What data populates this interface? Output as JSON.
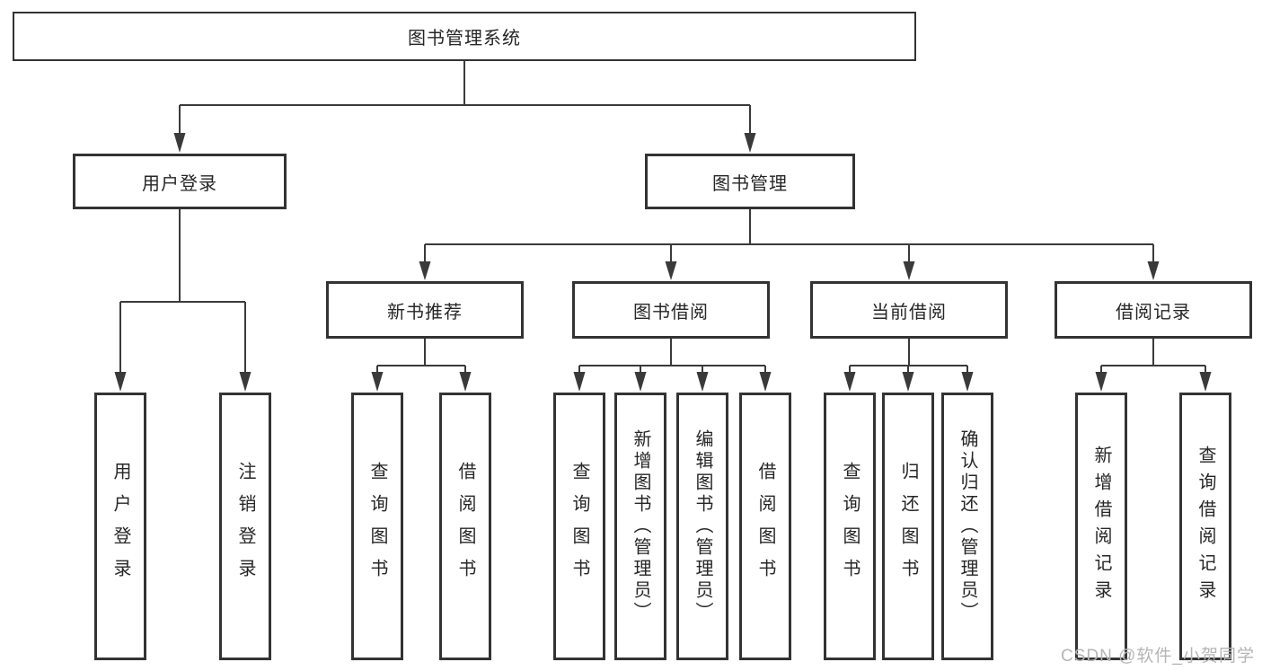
{
  "diagram": {
    "title": "图书管理系统",
    "nodes": {
      "root": {
        "label": "图书管理系统"
      },
      "user_login": {
        "label": "用户登录"
      },
      "book_mgmt": {
        "label": "图书管理"
      },
      "new_book_rec": {
        "label": "新书推荐"
      },
      "book_borrow": {
        "label": "图书借阅"
      },
      "current_borrow": {
        "label": "当前借阅"
      },
      "borrow_record": {
        "label": "借阅记录"
      },
      "leaf_user_login": {
        "label": "用户登录"
      },
      "leaf_logout": {
        "label": "注销登录"
      },
      "leaf_query_book_rec": {
        "label": "查询图书"
      },
      "leaf_borrow_book_rec": {
        "label": "借阅图书"
      },
      "leaf_query_book_borrow": {
        "label": "查询图书"
      },
      "leaf_add_book_admin": {
        "label": "新增图书（管理员）"
      },
      "leaf_edit_book_admin": {
        "label": "编辑图书（管理员）"
      },
      "leaf_borrow_book_borrow": {
        "label": "借阅图书"
      },
      "leaf_query_book_current": {
        "label": "查询图书"
      },
      "leaf_return_book": {
        "label": "归还图书"
      },
      "leaf_confirm_return_admin": {
        "label": "确认归还（管理员）"
      },
      "leaf_add_borrow_record": {
        "label": "新增借阅记录"
      },
      "leaf_query_borrow_record": {
        "label": "查询借阅记录"
      }
    }
  },
  "watermark": "CSDN @软件_小贺同学",
  "colors": {
    "line": "#3a3a3a",
    "border": "#333333",
    "text": "#262626",
    "watermark": "#b5b5b5",
    "background": "#ffffff"
  }
}
